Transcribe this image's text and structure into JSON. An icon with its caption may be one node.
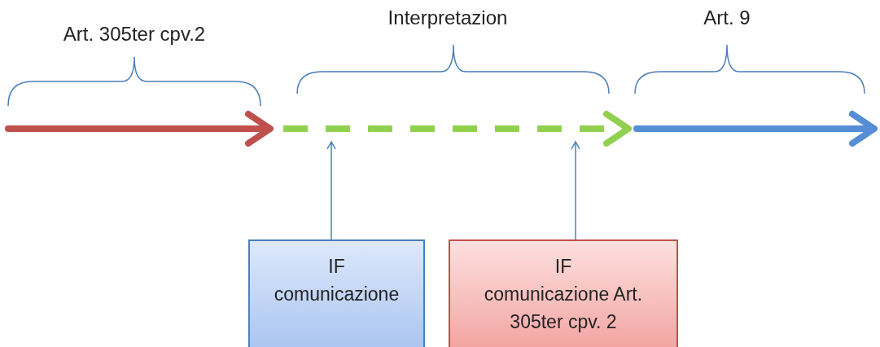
{
  "diagram": {
    "nodes": [
      {
        "text": [
          "IF",
          "comunicazione"
        ]
      },
      {
        "text": [
          "IF",
          "comunicazione Art. 305ter cpv. 2"
        ]
      }
    ],
    "edges": [
      {
        "from": 0,
        "to": null,
        "arrow": "to"
      },
      {
        "from": 1,
        "to": null,
        "arrow": "to"
      }
    ],
    "labels": [
      "Art. 305ter cpv.2",
      "Interpretazion",
      "Art. 9"
    ]
  }
}
